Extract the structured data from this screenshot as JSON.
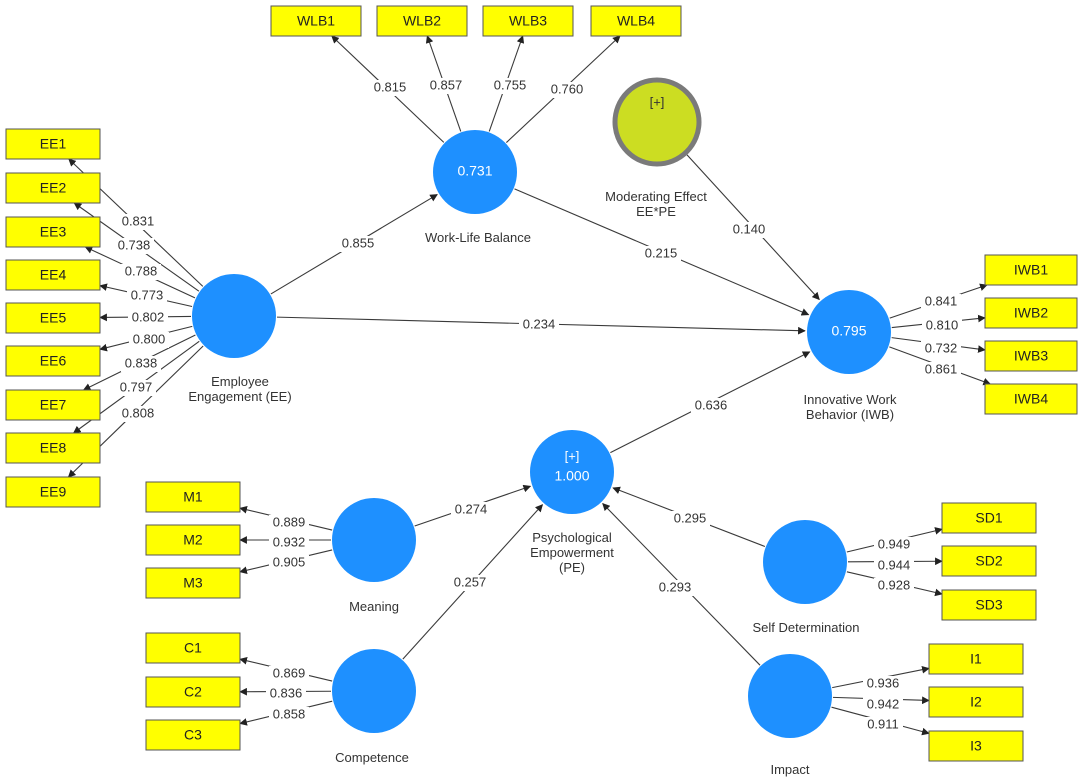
{
  "colors": {
    "construct": "#1E90FF",
    "indicator_fill": "#FFFF00",
    "indicator_stroke": "#555555",
    "moderator_fill": "#CCDD22",
    "moderator_stroke": "#7A7A7A",
    "edge": "#3a3a3a",
    "text": "#333333"
  },
  "constructs": [
    {
      "id": "wlb",
      "name": "Work-Life Balance",
      "value": "0.731"
    },
    {
      "id": "ee",
      "name": "Employee Engagement (EE)"
    },
    {
      "id": "iwb",
      "name": "Innovative Work Behavior (IWB)",
      "value": "0.795"
    },
    {
      "id": "pe",
      "name": "Psychological Empowerment (PE)",
      "value": "1.000",
      "marker": "[+]"
    },
    {
      "id": "mod",
      "name": "Moderating Effect EE*PE",
      "marker": "[+]"
    },
    {
      "id": "m",
      "name": "Meaning"
    },
    {
      "id": "c",
      "name": "Competence"
    },
    {
      "id": "sd",
      "name": "Self Determination"
    },
    {
      "id": "imp",
      "name": "Impact"
    }
  ],
  "indicators": [
    {
      "id": "WLB1",
      "label": "WLB1",
      "construct": "wlb",
      "loading": "0.815"
    },
    {
      "id": "WLB2",
      "label": "WLB2",
      "construct": "wlb",
      "loading": "0.857"
    },
    {
      "id": "WLB3",
      "label": "WLB3",
      "construct": "wlb",
      "loading": "0.755"
    },
    {
      "id": "WLB4",
      "label": "WLB4",
      "construct": "wlb",
      "loading": "0.760"
    },
    {
      "id": "EE1",
      "label": "EE1",
      "construct": "ee",
      "loading": "0.831"
    },
    {
      "id": "EE2",
      "label": "EE2",
      "construct": "ee",
      "loading": "0.738"
    },
    {
      "id": "EE3",
      "label": "EE3",
      "construct": "ee",
      "loading": "0.788"
    },
    {
      "id": "EE4",
      "label": "EE4",
      "construct": "ee",
      "loading": "0.773"
    },
    {
      "id": "EE5",
      "label": "EE5",
      "construct": "ee",
      "loading": "0.802"
    },
    {
      "id": "EE6",
      "label": "EE6",
      "construct": "ee",
      "loading": "0.800"
    },
    {
      "id": "EE7",
      "label": "EE7",
      "construct": "ee",
      "loading": "0.838"
    },
    {
      "id": "EE8",
      "label": "EE8",
      "construct": "ee",
      "loading": "0.797"
    },
    {
      "id": "EE9",
      "label": "EE9",
      "construct": "ee",
      "loading": "0.808"
    },
    {
      "id": "IWB1",
      "label": "IWB1",
      "construct": "iwb",
      "loading": "0.841"
    },
    {
      "id": "IWB2",
      "label": "IWB2",
      "construct": "iwb",
      "loading": "0.810"
    },
    {
      "id": "IWB3",
      "label": "IWB3",
      "construct": "iwb",
      "loading": "0.732"
    },
    {
      "id": "IWB4",
      "label": "IWB4",
      "construct": "iwb",
      "loading": "0.861"
    },
    {
      "id": "M1",
      "label": "M1",
      "construct": "m",
      "loading": "0.889"
    },
    {
      "id": "M2",
      "label": "M2",
      "construct": "m",
      "loading": "0.932"
    },
    {
      "id": "M3",
      "label": "M3",
      "construct": "m",
      "loading": "0.905"
    },
    {
      "id": "C1",
      "label": "C1",
      "construct": "c",
      "loading": "0.869"
    },
    {
      "id": "C2",
      "label": "C2",
      "construct": "c",
      "loading": "0.836"
    },
    {
      "id": "C3",
      "label": "C3",
      "construct": "c",
      "loading": "0.858"
    },
    {
      "id": "SD1",
      "label": "SD1",
      "construct": "sd",
      "loading": "0.949"
    },
    {
      "id": "SD2",
      "label": "SD2",
      "construct": "sd",
      "loading": "0.944"
    },
    {
      "id": "SD3",
      "label": "SD3",
      "construct": "sd",
      "loading": "0.928"
    },
    {
      "id": "I1",
      "label": "I1",
      "construct": "imp",
      "loading": "0.936"
    },
    {
      "id": "I2",
      "label": "I2",
      "construct": "imp",
      "loading": "0.942"
    },
    {
      "id": "I3",
      "label": "I3",
      "construct": "imp",
      "loading": "0.911"
    }
  ],
  "paths": [
    {
      "from": "ee",
      "to": "wlb",
      "coef": "0.855"
    },
    {
      "from": "wlb",
      "to": "iwb",
      "coef": "0.215"
    },
    {
      "from": "ee",
      "to": "iwb",
      "coef": "0.234"
    },
    {
      "from": "mod",
      "to": "iwb",
      "coef": "0.140"
    },
    {
      "from": "pe",
      "to": "iwb",
      "coef": "0.636"
    },
    {
      "from": "m",
      "to": "pe",
      "coef": "0.274"
    },
    {
      "from": "c",
      "to": "pe",
      "coef": "0.257"
    },
    {
      "from": "sd",
      "to": "pe",
      "coef": "0.295"
    },
    {
      "from": "imp",
      "to": "pe",
      "coef": "0.293"
    }
  ]
}
